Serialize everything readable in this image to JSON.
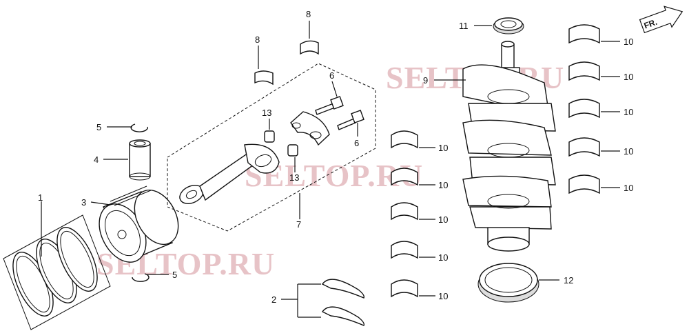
{
  "watermark": "SELTOP.RU",
  "direction_marker": "FR.",
  "callouts": {
    "c1": "1",
    "c2": "2",
    "c3": "3",
    "c4": "4",
    "c5a": "5",
    "c5b": "5",
    "c6a": "6",
    "c6b": "6",
    "c7": "7",
    "c8a": "8",
    "c8b": "8",
    "c9": "9",
    "c10_l1": "10",
    "c10_l2": "10",
    "c10_l3": "10",
    "c10_l4": "10",
    "c10_l5": "10",
    "c10_r1": "10",
    "c10_r2": "10",
    "c10_r3": "10",
    "c10_r4": "10",
    "c10_r5": "10",
    "c11": "11",
    "c12": "12",
    "c13a": "13",
    "c13b": "13"
  }
}
